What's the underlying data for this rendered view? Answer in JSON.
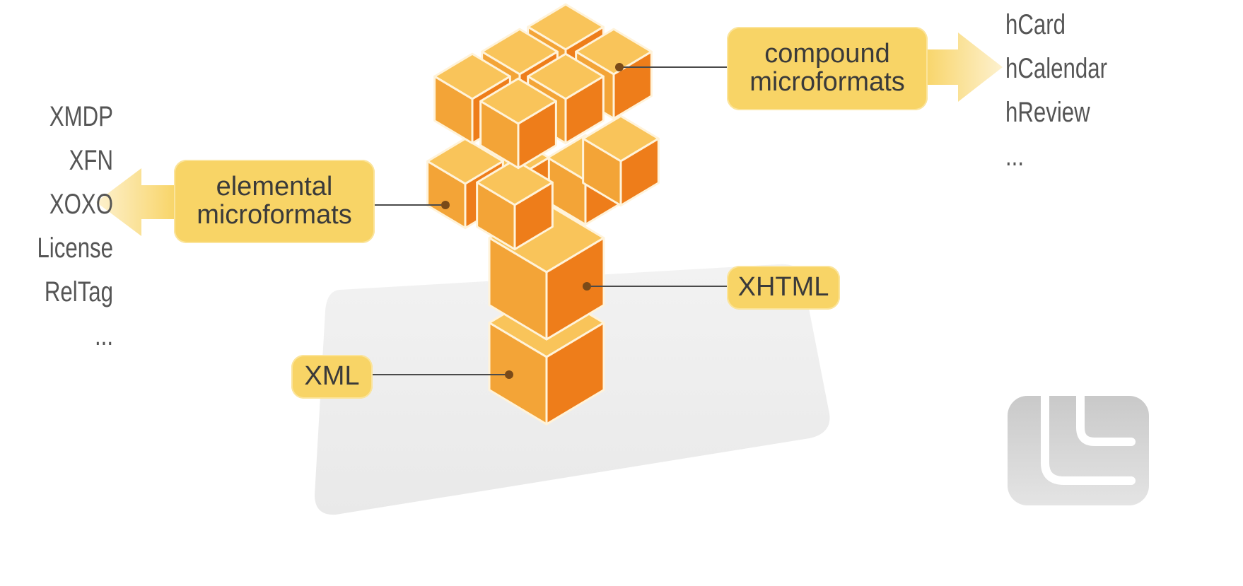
{
  "labels": {
    "compound": [
      "compound",
      "microformats"
    ],
    "elemental": [
      "elemental",
      "microformats"
    ],
    "xhtml": "XHTML",
    "xml": "XML"
  },
  "elemental_list": [
    "XMDP",
    "XFN",
    "XOXO",
    "License",
    "RelTag",
    "..."
  ],
  "compound_list": [
    "hCard",
    "hCalendar",
    "hReview",
    "..."
  ],
  "colors": {
    "cube_top": "#f9c45a",
    "cube_left": "#f3a437",
    "cube_right": "#ee7d1a",
    "label_fill": "#f8d466",
    "platform": "#ececec",
    "text": "#555555"
  }
}
